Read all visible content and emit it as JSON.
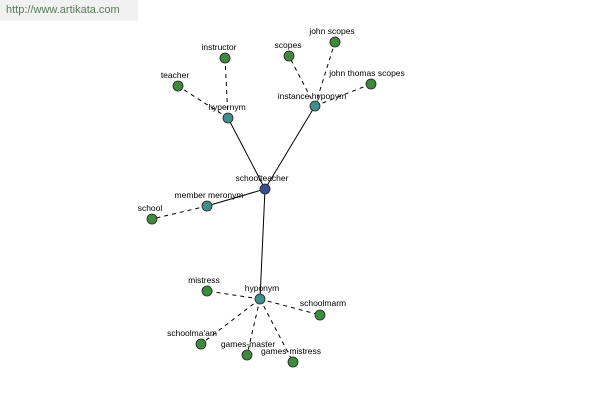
{
  "watermark": "http://www.artikata.com",
  "colors": {
    "center": "#3b4f8c",
    "relation": "#3f8f8a",
    "leaf": "#3f8a3f"
  },
  "graph": {
    "center": {
      "id": "schoolteacher",
      "label": "schoolteacher"
    },
    "relations": [
      {
        "id": "hypernym",
        "label": "hypernym"
      },
      {
        "id": "instance-hyponym",
        "label": "instance hyponym"
      },
      {
        "id": "member-meronym",
        "label": "member meronym"
      },
      {
        "id": "hyponym",
        "label": "hyponym"
      }
    ],
    "leaves": [
      {
        "id": "instructor",
        "label": "instructor",
        "parent": "hypernym"
      },
      {
        "id": "teacher",
        "label": "teacher",
        "parent": "hypernym"
      },
      {
        "id": "scopes",
        "label": "scopes",
        "parent": "instance-hyponym"
      },
      {
        "id": "john-scopes",
        "label": "john scopes",
        "parent": "instance-hyponym"
      },
      {
        "id": "john-thomas-scopes",
        "label": "john thomas scopes",
        "parent": "instance-hyponym"
      },
      {
        "id": "school",
        "label": "school",
        "parent": "member-meronym"
      },
      {
        "id": "mistress",
        "label": "mistress",
        "parent": "hyponym"
      },
      {
        "id": "schoolmarm",
        "label": "schoolmarm",
        "parent": "hyponym"
      },
      {
        "id": "schoolmaam",
        "label": "schoolma'am",
        "parent": "hyponym"
      },
      {
        "id": "games-master",
        "label": "games-master",
        "parent": "hyponym"
      },
      {
        "id": "games-mistress",
        "label": "games-mistress",
        "parent": "hyponym"
      }
    ]
  }
}
